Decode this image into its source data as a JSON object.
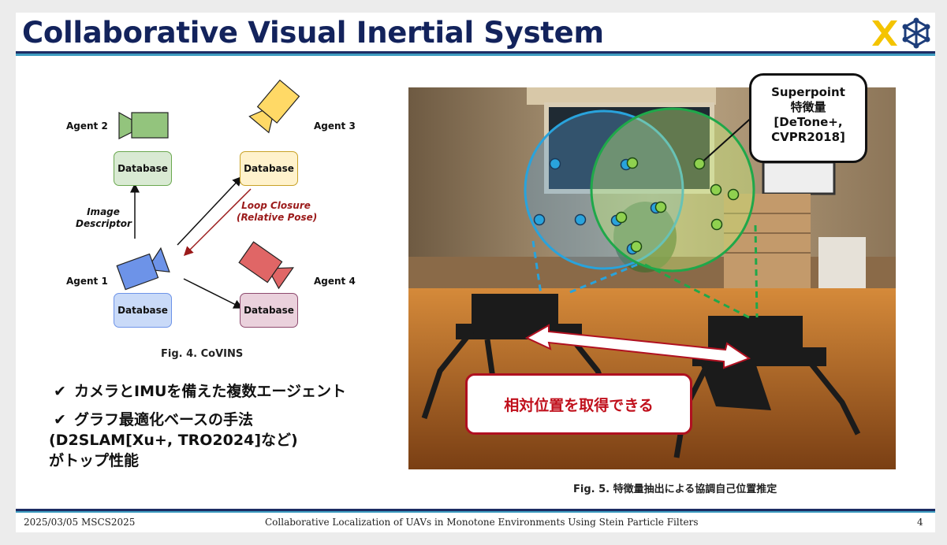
{
  "slide": {
    "title": "Collaborative Visual Inertial System",
    "page_number": "4"
  },
  "diagram": {
    "agents": [
      {
        "label": "Agent 1",
        "db_label": "Database",
        "color": "#6d93e8"
      },
      {
        "label": "Agent 2",
        "db_label": "Database",
        "color": "#93c47d"
      },
      {
        "label": "Agent 3",
        "db_label": "Database",
        "color": "#ffd966"
      },
      {
        "label": "Agent 4",
        "db_label": "Database",
        "color": "#e06666"
      }
    ],
    "image_descriptor_label_1": "Image",
    "image_descriptor_label_2": "Descriptor",
    "loop_closure_label_1": "Loop Closure",
    "loop_closure_label_2": "(Relative Pose)",
    "caption": "Fig. 4. CoVINS"
  },
  "bullets": {
    "item1": "カメラとIMUを備えた複数エージェント",
    "item2_line1": "グラフ最適化ベースの手法",
    "item2_line2": "(D2SLAM[Xu+, TRO2024]など)",
    "item2_line3": "がトップ性能"
  },
  "photo": {
    "superpoint_line1": "Superpoint",
    "superpoint_line2": "特徴量",
    "superpoint_line3": "[DeTone+,",
    "superpoint_line4": "CVPR2018]",
    "relative_label": "相対位置を取得できる",
    "caption": "Fig. 5. 特徴量抽出による協調自己位置推定"
  },
  "footer": {
    "date_conf": "2025/03/05 MSCS2025",
    "paper_title": "Collaborative  Localization  of UAVs  in Monotone  Environments  Using  Stein  Particle  Filters"
  },
  "colors": {
    "title": "#13235c",
    "accent_line": "#3d9cc0",
    "blue_circle": "#29a3dc",
    "green_circle": "#1fa84a",
    "red_arrow": "#9b1a1a"
  }
}
